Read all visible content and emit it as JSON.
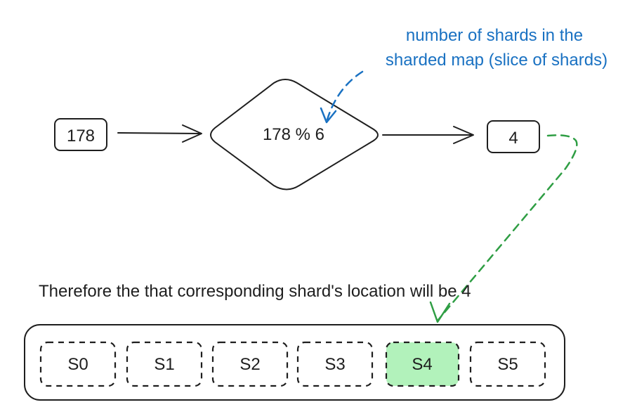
{
  "input_value": "178",
  "operation": "178 % 6",
  "result_value": "4",
  "annotation": {
    "line1": "number of shards in the",
    "line2": "sharded map (slice of shards)"
  },
  "conclusion": "Therefore the that corresponding shard's location will be 4",
  "shards": [
    "S0",
    "S1",
    "S2",
    "S3",
    "S4",
    "S5"
  ],
  "highlighted_shard": "S4",
  "colors": {
    "stroke": "#1e1e1e",
    "annotation_blue": "#1971c2",
    "pointer_green": "#2f9e44",
    "highlight_fill": "#b2f2bb"
  }
}
